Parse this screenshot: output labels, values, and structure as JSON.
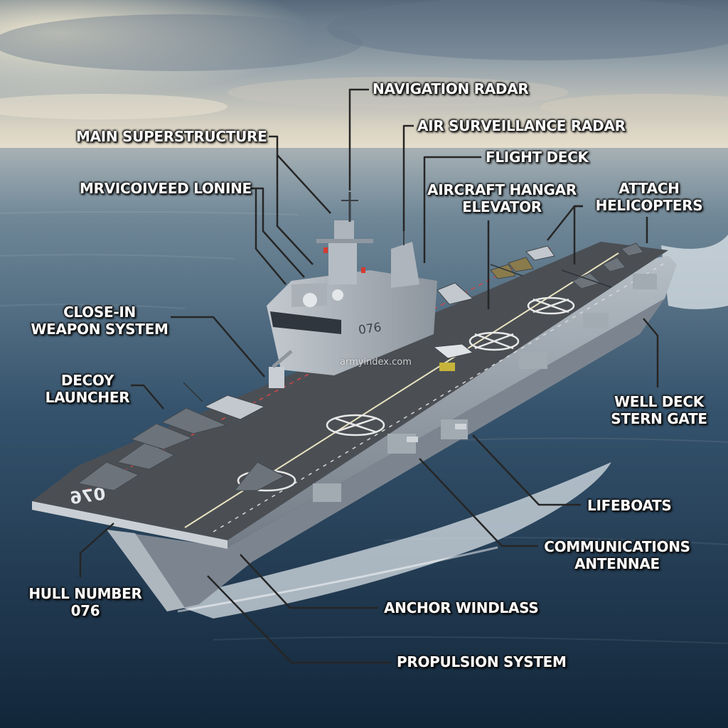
{
  "labels": {
    "navigation_radar": "NAVIGATION RADAR",
    "air_surveillance_radar": "AIR SURVEILLANCE RADAR",
    "main_superstructure": "MAIN SUPERSTRUCTURE",
    "flight_deck": "FLIGHT DECK",
    "mrvicoiveed_lonine": "MRVICOIVEED LONINE",
    "aircraft_hangar_elevator": [
      "AIRCRAFT HANGAR",
      "ELEVATOR"
    ],
    "attach_helicopters": [
      "ATTACH",
      "HELICOPTERS"
    ],
    "close_in_weapon_system": [
      "CLOSE-IN",
      "WEAPON SYSTEM"
    ],
    "decoy_launcher": [
      "DECOY",
      "LAUNCHER"
    ],
    "well_deck_stern_gate": [
      "WELL DECK",
      "STERN GATE"
    ],
    "lifeboats": "LIFEBOATS",
    "communications_antennae": [
      "COMMUNICATIONS",
      "ANTENNAE"
    ],
    "hull_number": [
      "HULL NUMBER",
      "076"
    ],
    "anchor_windlass": "ANCHOR WINDLASS",
    "propulsion_system": "PROPULSION SYSTEM"
  },
  "watermark": "armyindex.com",
  "hull_markings": {
    "island_number": "076",
    "bow_deck_number": "076"
  },
  "colors": {
    "label_text": "#ffffff",
    "leader_line": "#262626",
    "sea": "#2b4a66",
    "hull": "#9aa3ad",
    "deck": "#4a4e52"
  }
}
